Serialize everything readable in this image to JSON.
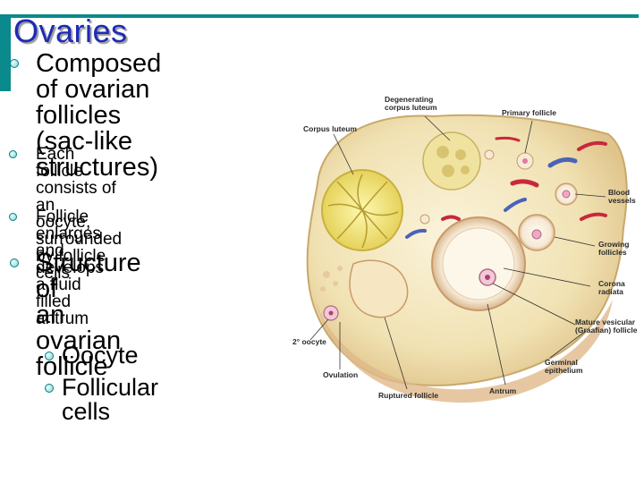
{
  "slide": {
    "title": "Ovaries",
    "accent_color": "#0a8a8c",
    "title_color": "#1d2bb8"
  },
  "bullets": [
    {
      "level": 1,
      "text": "Composed\nof ovarian follicles\n(sac-like structures)"
    },
    {
      "level": 2,
      "text": "Each follicle consists of an\noocyte, surrounded by follicle\ncells"
    },
    {
      "level": 2,
      "text": "Follicle enlarges and develops\na fluid filled antrum"
    },
    {
      "level": 1,
      "text": "Structure of\nan ovarian\nfollicle"
    },
    {
      "level": 3,
      "text": "Oocyte"
    },
    {
      "level": 3,
      "text": "Follicular cells"
    }
  ],
  "diagram": {
    "labels": {
      "degenerating_corpus_luteum": "Degenerating\ncorpus luteum",
      "corpus_luteum": "Corpus luteum",
      "primary_follicle": "Primary follicle",
      "blood_vessels": "Blood\nvessels",
      "growing_follicles": "Growing\nfollicles",
      "corona_radiata": "Corona\nradiata",
      "mature_vesicular_follicle": "Mature vesicular\n(Graafian) follicle",
      "secondary_oocyte": "2° oocyte",
      "ovulation": "Ovulation",
      "germinal_epithelium": "Germinal\nepithelium",
      "ruptured_follicle": "Ruptured follicle",
      "antrum": "Antrum"
    }
  }
}
